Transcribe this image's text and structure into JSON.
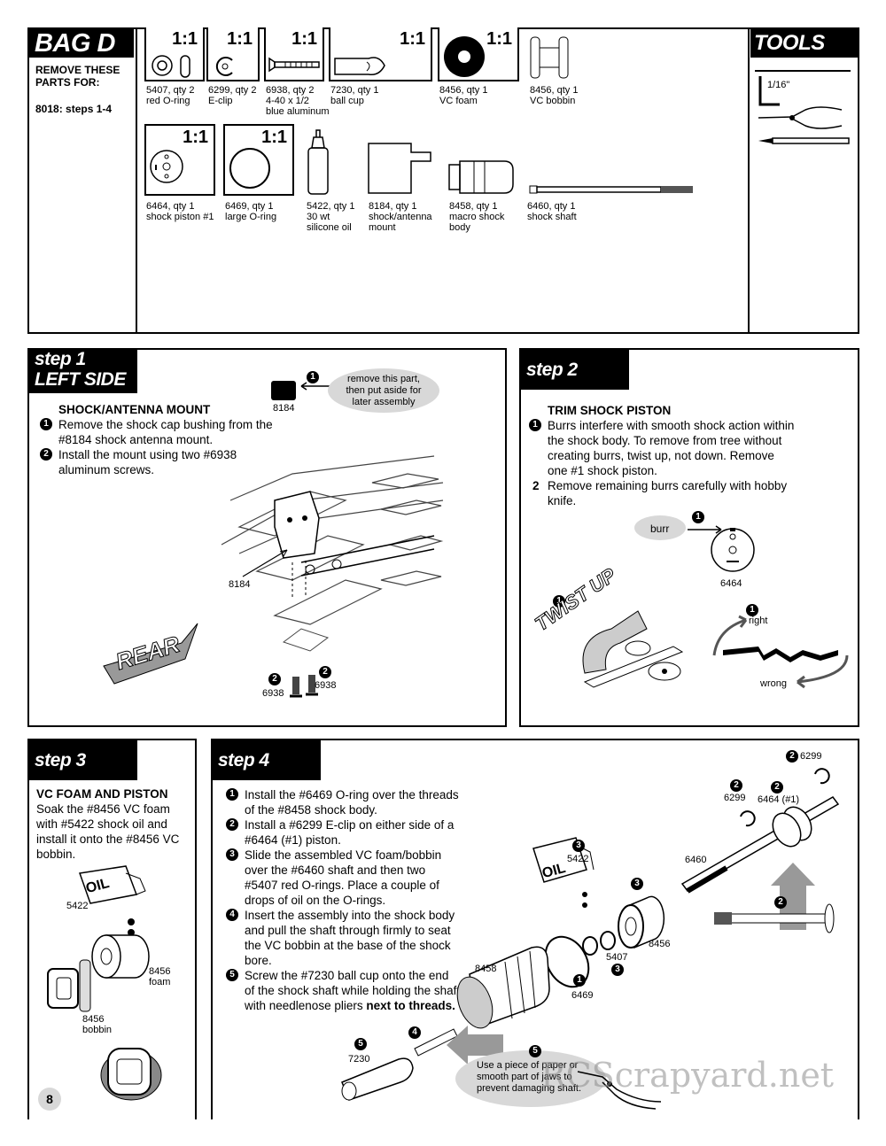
{
  "bag": {
    "title": "BAG D",
    "remove_label": "REMOVE THESE PARTS FOR:",
    "steps_ref": "8018: steps 1-4",
    "scale": "1:1",
    "parts_row1": [
      {
        "label": "5407, qty 2\nred O-ring"
      },
      {
        "label": "6299, qty 2\nE-clip"
      },
      {
        "label": "6938, qty 2\n4-40 x 1/2\nblue aluminum"
      },
      {
        "label": "7230, qty 1\nball cup"
      },
      {
        "label": "8456, qty 1\nVC foam"
      },
      {
        "label": "8456, qty 1\nVC bobbin"
      }
    ],
    "parts_row2": [
      {
        "label": "6464, qty 1\nshock piston #1"
      },
      {
        "label": "6469, qty 1\nlarge O-ring"
      },
      {
        "label": "5422, qty 1\n30 wt\nsilicone oil"
      },
      {
        "label": "8184, qty 1\nshock/antenna\nmount"
      },
      {
        "label": "8458, qty 1\nmacro shock\nbody"
      },
      {
        "label": "6460, qty 1\nshock shaft"
      }
    ]
  },
  "tools": {
    "title": "TOOLS USED",
    "hex_label": "1/16\""
  },
  "step1": {
    "tab": "step 1",
    "tab_sub": "LEFT SIDE",
    "heading": "SHOCK/ANTENNA MOUNT",
    "items": [
      "Remove the shock cap bushing from the #8184 shock antenna mount.",
      "Install the  mount using two #6938 aluminum screws."
    ],
    "callout": "remove this part, then put aside for later assembly",
    "part_label": "8184",
    "mount_label": "8184",
    "screw_label_a": "6938",
    "screw_label_b": "6938",
    "rear_label": "REAR",
    "callout_num": "1",
    "num2a": "2",
    "num2b": "2"
  },
  "step2": {
    "tab": "step 2",
    "heading": "TRIM SHOCK PISTON",
    "items": [
      "Burrs interfere with smooth shock action within the shock body. To remove from tree without creating burrs, twist up, not down. Remove one #1 shock piston.",
      "Remove remaining burrs carefully with hobby knife."
    ],
    "burr_label": "burr",
    "piston_label": "6464",
    "twist_label": "TWIST UP",
    "right_label": "right",
    "wrong_label": "wrong",
    "n1": "1"
  },
  "step3": {
    "tab": "step 3",
    "heading": "VC FOAM AND PISTON",
    "text": "Soak the #8456 VC foam with #5422 shock oil  and install it onto the #8456 VC bobbin.",
    "oil_label": "5422",
    "oil_bottle": "OIL",
    "foam_label": "8456\nfoam",
    "bobbin_label": "8456\nbobbin"
  },
  "step4": {
    "tab": "step 4",
    "items": [
      "Install the #6469 O-ring over the threads of the #8458 shock body.",
      "Install a #6299 E-clip on either side of a #6464 (#1) piston.",
      "Slide the assembled VC foam/bobbin over the #6460 shaft and then two #5407 red O-rings. Place a couple of drops of oil on the O-rings.",
      "Insert the assembly into the shock body and pull the shaft through firmly to seat the VC bobbin at the base of the shock bore."
    ],
    "item5_text": "Screw the #7230 ball cup onto the end of the shock shaft while holding the shaft with needlenose pliers ",
    "item5_bold": "next to threads.",
    "labels": {
      "e1": "6299",
      "e2": "6299",
      "piston": "6464 (#1)",
      "shaft": "6460",
      "oil": "5422",
      "foam": "8456",
      "orings": "5407",
      "body": "8458",
      "oring_big": "6469",
      "ballcup": "7230",
      "oil_bottle": "OIL"
    },
    "pliers_note": "Use a piece of paper or smooth part of jaws to prevent damaging shaft.",
    "nums": {
      "n1": "1",
      "n2": "2",
      "n3": "3",
      "n4": "4",
      "n5": "5"
    }
  },
  "page_number": "8",
  "watermark": "RCScrapyard.net"
}
